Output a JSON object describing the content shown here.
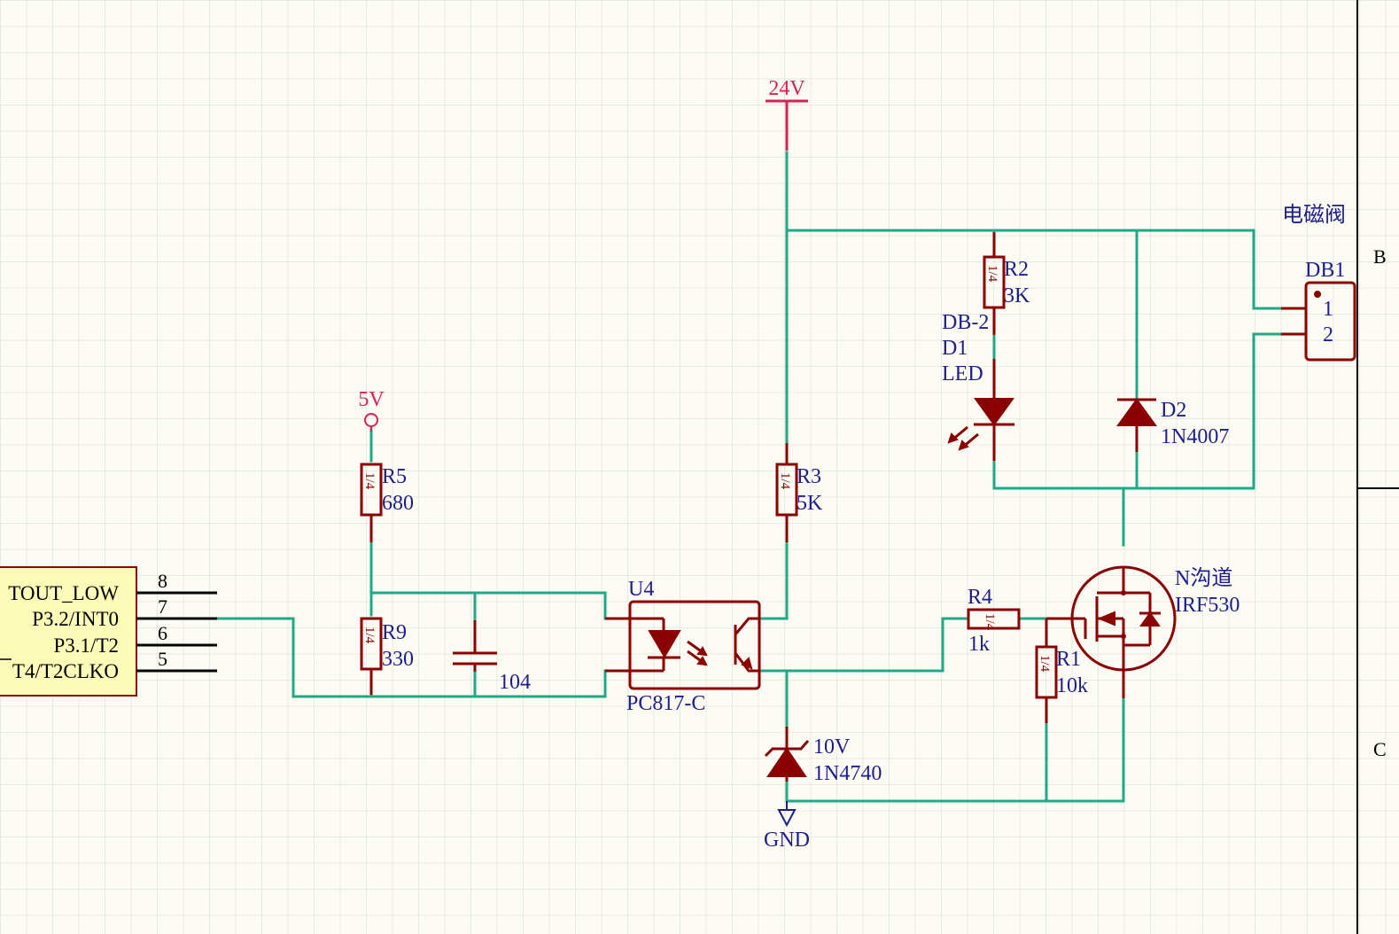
{
  "power": {
    "v24": "24V",
    "v5": "5V",
    "gnd": "GND"
  },
  "mcu": {
    "pins": [
      {
        "num": "8",
        "name": "TOUT_LOW"
      },
      {
        "num": "7",
        "name": "P3.2/INT0"
      },
      {
        "num": "6",
        "name": "P3.1/T2"
      },
      {
        "num": "5",
        "name": "T4/T2CLKO"
      }
    ]
  },
  "components": {
    "r5": {
      "ref": "R5",
      "value": "680",
      "rating": "1/4"
    },
    "r9": {
      "ref": "R9",
      "value": "330",
      "rating": "1/4"
    },
    "r3": {
      "ref": "R3",
      "value": "5K",
      "rating": "1/4"
    },
    "r2": {
      "ref": "R2",
      "value": "3K",
      "rating": "1/4"
    },
    "r4": {
      "ref": "R4",
      "value": "1k",
      "rating": "1/4"
    },
    "r1": {
      "ref": "R1",
      "value": "10k",
      "rating": "1/4"
    },
    "c1": {
      "value": "104"
    },
    "u4": {
      "ref": "U4",
      "value": "PC817-C"
    },
    "d1": {
      "footprint": "DB-2",
      "ref": "D1",
      "value": "LED"
    },
    "d2": {
      "ref": "D2",
      "value": "1N4007"
    },
    "zener": {
      "voltage": "10V",
      "value": "1N4740"
    },
    "q1": {
      "type": "N沟道",
      "value": "IRF530"
    },
    "db1": {
      "title": "电磁阀",
      "ref": "DB1",
      "pin1": "1",
      "pin2": "2"
    }
  },
  "border": {
    "zone_b": "B",
    "zone_c": "C"
  },
  "colors": {
    "wire": "#1eaa86",
    "component": "#8b0000",
    "label": "#1d1d8c",
    "power": "#d8215a",
    "ic_fill": "#fdfbb8"
  }
}
